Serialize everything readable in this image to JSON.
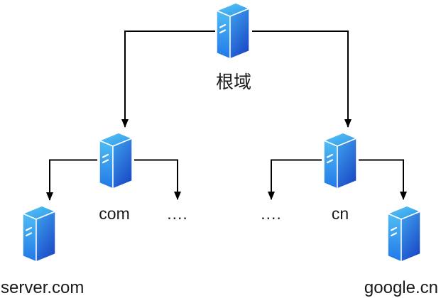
{
  "diagram": {
    "type": "dns-hierarchy-tree",
    "nodes": {
      "root": {
        "label": "根域"
      },
      "com": {
        "label": "com"
      },
      "cn": {
        "label": "cn"
      },
      "server_com": {
        "label": "server.com"
      },
      "google_cn": {
        "label": "google.cn"
      },
      "dots_right_of_com": {
        "label": "...."
      },
      "dots_left_of_cn": {
        "label": "...."
      }
    },
    "edges": [
      {
        "from": "根域",
        "to": "com"
      },
      {
        "from": "根域",
        "to": "cn"
      },
      {
        "from": "com",
        "to": "server.com"
      },
      {
        "from": "com",
        "to": "...."
      },
      {
        "from": "cn",
        "to": "...."
      },
      {
        "from": "cn",
        "to": "google.cn"
      }
    ],
    "icons": {
      "node_icon": "server-icon"
    },
    "colors": {
      "background": "#ffffff",
      "connector": "#000000",
      "label_text": "#1a1a1a",
      "server_top_face": "#3aa4ec",
      "server_left_face_top": "#4fbdf3",
      "server_left_face_bottom": "#2277e9",
      "server_right_face_top": "#3fa3ef",
      "server_right_face_bottom": "#1d4ec9",
      "server_edge_highlight": "#ffffff"
    }
  }
}
